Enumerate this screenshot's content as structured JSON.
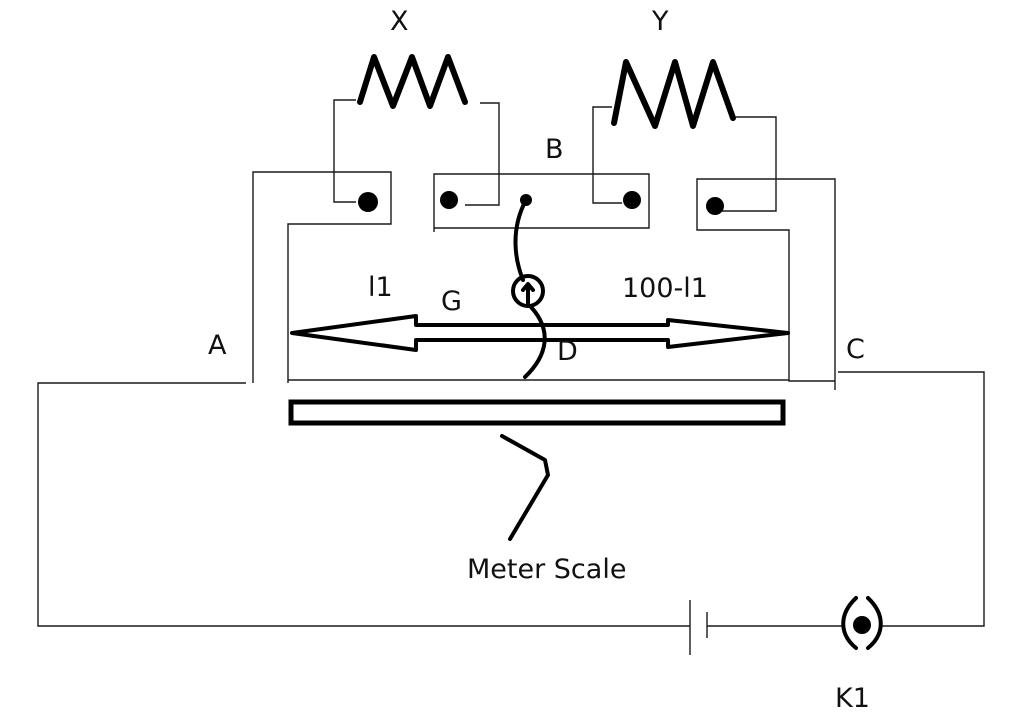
{
  "diagram": {
    "title": "Meter Bridge Circuit",
    "labels": {
      "resistor_x": "X",
      "resistor_y": "Y",
      "terminal_b": "B",
      "terminal_a": "A",
      "terminal_c": "C",
      "jockey_d": "D",
      "galvanometer": "G",
      "length_left": "l1",
      "length_right": "100-l1",
      "meter_scale": "Meter Scale",
      "key": "K1"
    },
    "components": [
      "resistor X",
      "resistor Y",
      "galvanometer G",
      "jockey D",
      "meter scale",
      "battery",
      "key K1"
    ]
  }
}
